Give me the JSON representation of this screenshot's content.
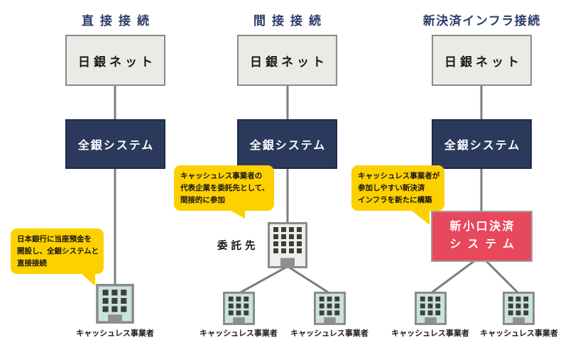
{
  "columns": [
    {
      "heading": "直接接続",
      "bojnet": "日銀ネット",
      "zengin": "全銀システム",
      "bubble": "日本銀行に当座預金を\n開設し、全銀システムと\n直接接続",
      "businesses": [
        "キャッシュレス事業者"
      ]
    },
    {
      "heading": "間接接続",
      "bojnet": "日銀ネット",
      "zengin": "全銀システム",
      "bubble": "キャッシュレス事業者の\n代表企業を委託先として、\n間接的に参加",
      "intermediary": "委託先",
      "businesses": [
        "キャッシュレス事業者",
        "キャッシュレス事業者"
      ]
    },
    {
      "heading": "新決済インフラ接続",
      "bojnet": "日銀ネット",
      "zengin": "全銀システム",
      "bubble": "キャッシュレス事業者が\n参加しやすい新決済\nインフラを新たに構築",
      "new_system_line1": "新小口決済",
      "new_system_line2": "システム",
      "businesses": [
        "キャッシュレス事業者",
        "キャッシュレス事業者"
      ]
    }
  ],
  "colors": {
    "heading_navy": "#2c3c68",
    "zengin_navy": "#2b3a5c",
    "new_system_red": "#e8485c",
    "callout_yellow": "#fdd000",
    "building_mint": "#c9e4da",
    "building_gray": "#f0efeb",
    "connector_gray": "#7d7d7d",
    "bojnet_gray": "#ebeae6"
  }
}
